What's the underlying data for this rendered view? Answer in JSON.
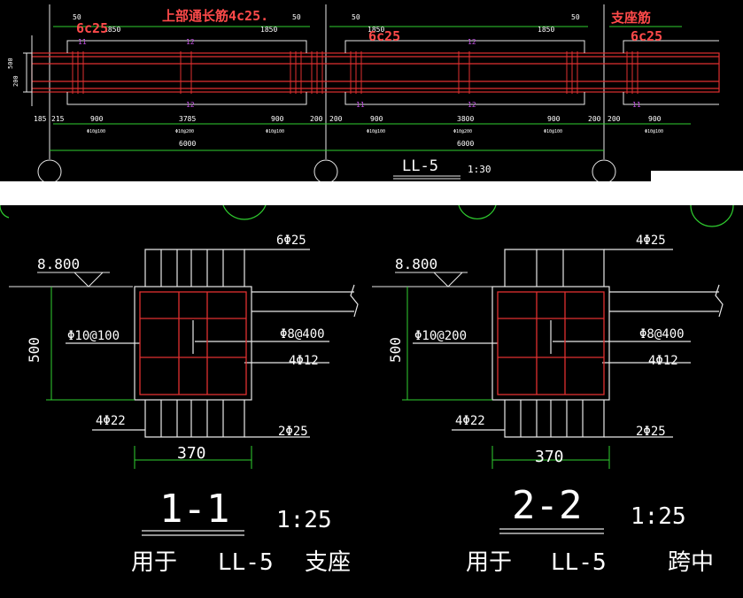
{
  "top": {
    "annotations": {
      "left_support": "6c25",
      "top_through_bars": "上部通长筋4c25.",
      "mid_support": "6c25",
      "support_bar": "支座筋",
      "right_support": "6c25"
    },
    "dims_top": [
      "50",
      "1850",
      "50",
      "1850",
      "50",
      "1850",
      "50",
      "1850"
    ],
    "bar_marks": [
      "11",
      "12",
      "12",
      "11",
      "12",
      "12",
      "11"
    ],
    "dims_bottom": [
      "185",
      "215",
      "900",
      "3785",
      "900",
      "200",
      "200",
      "900",
      "3800",
      "900",
      "200",
      "200",
      "900"
    ],
    "stirrup_specs": [
      "Φ10@100",
      "Φ10@200",
      "Φ10@100",
      "Φ10@100",
      "Φ10@200",
      "Φ10@100",
      "Φ10@100"
    ],
    "span_dims": [
      "6000",
      "6000"
    ],
    "left_dim": "500",
    "left_dim2": "200",
    "beam_label": "LL-5",
    "scale": "1:30"
  },
  "sections": [
    {
      "level": "8.800",
      "top_bars": "6Φ25",
      "stirrups": "Φ10@100",
      "tie": "Φ8@400",
      "side_bars": "4Φ12",
      "bottom_bars_left": "4Φ22",
      "bottom_bars_right": "2Φ25",
      "height": "500",
      "width": "370",
      "title": "1-1",
      "scale": "1:25",
      "use_prefix": "用于",
      "beam": "LL-5",
      "location": "支座"
    },
    {
      "level": "8.800",
      "top_bars": "4Φ25",
      "stirrups": "Φ10@200",
      "tie": "Φ8@400",
      "side_bars": "4Φ12",
      "bottom_bars_left": "4Φ22",
      "bottom_bars_right": "2Φ25",
      "height": "500",
      "width": "370",
      "title": "2-2",
      "scale": "1:25",
      "use_prefix": "用于",
      "beam": "LL-5",
      "location": "跨中"
    }
  ]
}
